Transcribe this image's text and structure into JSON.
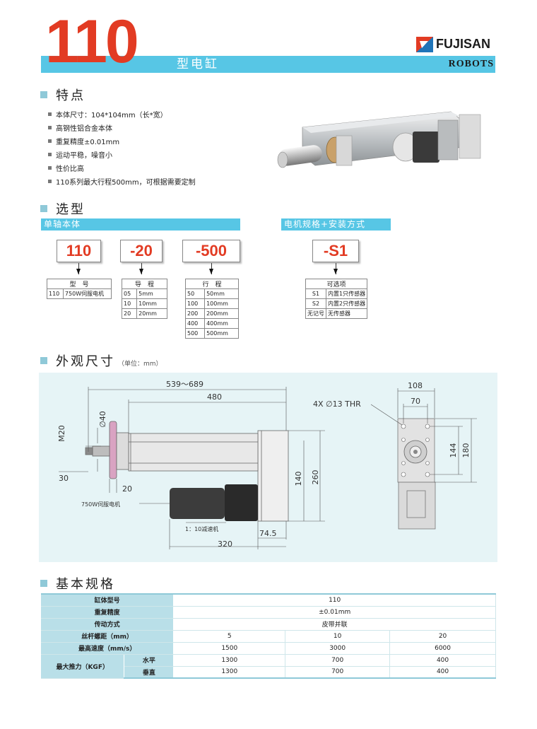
{
  "header": {
    "model_number": "110",
    "subtitle": "型电缸",
    "brand": "FUJISAN",
    "brand_sub": "ROBOTS"
  },
  "colors": {
    "accent_blue": "#57c6e5",
    "accent_red": "#e23b23",
    "panel": "#e6f4f6"
  },
  "features": {
    "heading": "特点",
    "items": [
      "本体尺寸：104*104mm（长*宽）",
      "高钢性铝合金本体",
      "重复精度±0.01mm",
      "运动平稳，噪音小",
      "性价比高",
      "110系列最大行程500mm，可根据需要定制"
    ]
  },
  "selection": {
    "heading": "选型",
    "body_bar": "单轴本体",
    "motor_bar": "电机规格+安装方式",
    "codes": [
      "110",
      "-20",
      "-500",
      "-S1"
    ],
    "model_table": {
      "header": "型　号",
      "rows": [
        [
          "110",
          "750W伺服电机"
        ]
      ]
    },
    "lead_table": {
      "header": "导　程",
      "rows": [
        [
          "05",
          "5mm"
        ],
        [
          "10",
          "10mm"
        ],
        [
          "20",
          "20mm"
        ]
      ]
    },
    "stroke_table": {
      "header": "行　程",
      "rows": [
        [
          "50",
          "50mm"
        ],
        [
          "100",
          "100mm"
        ],
        [
          "200",
          "200mm"
        ],
        [
          "400",
          "400mm"
        ],
        [
          "500",
          "500mm"
        ]
      ]
    },
    "option_table": {
      "header": "可选项",
      "rows": [
        [
          "S1",
          "内置1只传感器"
        ],
        [
          "S2",
          "内置2只传感器"
        ],
        [
          "无记号",
          "无传感器"
        ]
      ]
    }
  },
  "dimensions": {
    "heading": "外观尺寸",
    "unit": "（单位：mm）",
    "labels": {
      "total_length": "539～689",
      "body_length": "480",
      "rod_dia": "∅40",
      "thread": "M20",
      "rod_end": "30",
      "flange": "20",
      "height_140": "140",
      "height_260": "260",
      "motor_note": "750W伺服电机",
      "reducer_note": "1：10减速机",
      "motor_len": "320",
      "offset": "74.5",
      "hole_note": "4X ∅13 THR",
      "width_108": "108",
      "width_70": "70",
      "height_144": "144",
      "height_180": "180"
    }
  },
  "specs": {
    "heading": "基本规格",
    "rows": [
      {
        "label": "缸体型号",
        "values": [
          "110"
        ]
      },
      {
        "label": "重复精度",
        "values": [
          "±0.01mm"
        ]
      },
      {
        "label": "传动方式",
        "values": [
          "皮带并联"
        ]
      },
      {
        "label": "丝杆螺距（mm）",
        "values": [
          "5",
          "10",
          "20"
        ]
      },
      {
        "label": "最高速度（mm/s）",
        "values": [
          "1500",
          "3000",
          "6000"
        ]
      }
    ],
    "thrust": {
      "label": "最大推力（KGF）",
      "rows": [
        {
          "label": "水平",
          "values": [
            "1300",
            "700",
            "400"
          ]
        },
        {
          "label": "垂直",
          "values": [
            "1300",
            "700",
            "400"
          ]
        }
      ]
    }
  }
}
